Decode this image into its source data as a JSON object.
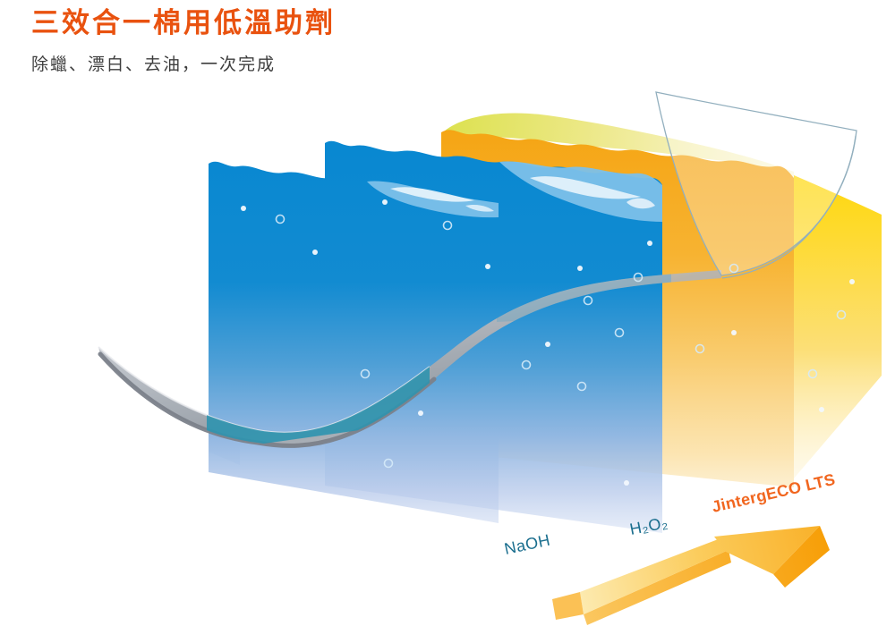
{
  "header": {
    "title": "三效合一棉用低溫助劑",
    "subtitle": "除蠟、漂白、去油，一次完成"
  },
  "diagram": {
    "bath_labels": {
      "naoh": "NaOH",
      "h2o2": "H₂O₂"
    },
    "product_label": "JintergECO LTS",
    "colors": {
      "title_orange": "#E9520F",
      "subtitle_gray": "#3D3D3D",
      "bath_label_teal": "#1A6E8E",
      "product_orange": "#F1661F",
      "slab_blue": "#0A87D0",
      "slab_yellow": "#F6AC1E",
      "slab_yellow_side": "#FFD705",
      "surface_aqua": "#7CC0E9",
      "cloth_gray": "#AEB3BB",
      "submerged_teal": "#2E93AF",
      "arrow_gold": "#F9B233"
    }
  }
}
